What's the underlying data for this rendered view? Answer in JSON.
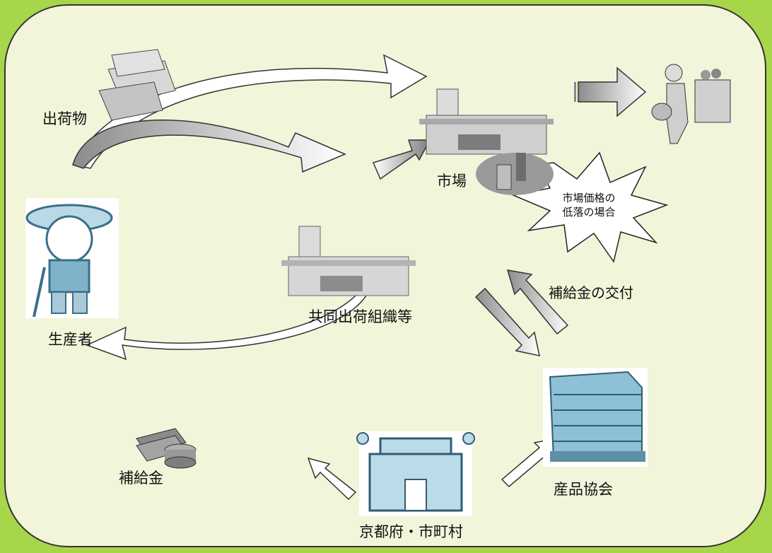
{
  "labels": {
    "shipment": "出荷物",
    "market": "市場",
    "producer": "生産者",
    "cooperative": "共同出荷組織等",
    "subsidy_grant": "補給金の交付",
    "association": "産品協会",
    "subsidy": "補給金",
    "government": "京都府・市町村"
  },
  "burst": {
    "line1": "市場価格の",
    "line2": "低落の場合"
  }
}
